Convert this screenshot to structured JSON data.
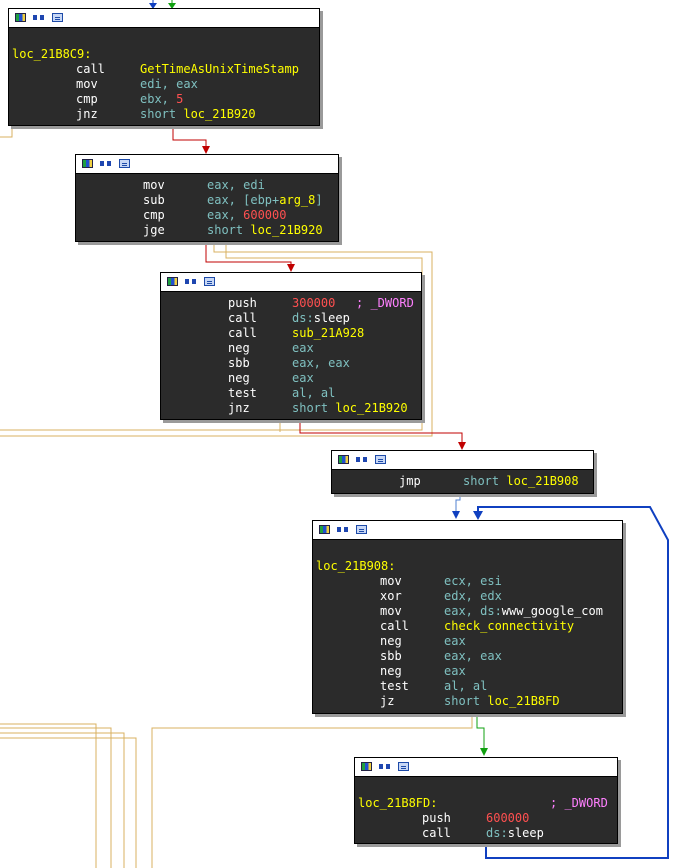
{
  "block1": {
    "label": "loc_21B8C9:",
    "rows": [
      {
        "mn": "call",
        "op": "GetTimeAsUnixTimeStamp"
      },
      {
        "mn": "mov",
        "op": "edi, eax"
      },
      {
        "mn": "cmp",
        "op": "ebx, 5"
      },
      {
        "mn": "jnz",
        "op": "short loc_21B920"
      }
    ]
  },
  "block2": {
    "rows": [
      {
        "mn": "mov",
        "op": "eax, edi"
      },
      {
        "mn": "sub",
        "op": "eax, [ebp+arg_8]"
      },
      {
        "mn": "cmp",
        "op": "eax, 600000"
      },
      {
        "mn": "jge",
        "op": "short loc_21B920"
      }
    ]
  },
  "block3": {
    "rows": [
      {
        "mn": "push",
        "op": "300000",
        "cm": "; _DWORD"
      },
      {
        "mn": "call",
        "op": "ds:sleep"
      },
      {
        "mn": "call",
        "op": "sub_21A928"
      },
      {
        "mn": "neg",
        "op": "eax"
      },
      {
        "mn": "sbb",
        "op": "eax, eax"
      },
      {
        "mn": "neg",
        "op": "eax"
      },
      {
        "mn": "test",
        "op": "al, al"
      },
      {
        "mn": "jnz",
        "op": "short loc_21B920"
      }
    ]
  },
  "block4": {
    "rows": [
      {
        "mn": "jmp",
        "op": "short loc_21B908"
      }
    ]
  },
  "block5": {
    "label": "loc_21B908:",
    "rows": [
      {
        "mn": "mov",
        "op": "ecx, esi"
      },
      {
        "mn": "xor",
        "op": "edx, edx"
      },
      {
        "mn": "mov",
        "op": "eax, ds:www_google_com"
      },
      {
        "mn": "call",
        "op": "check_connectivity"
      },
      {
        "mn": "neg",
        "op": "eax"
      },
      {
        "mn": "sbb",
        "op": "eax, eax"
      },
      {
        "mn": "neg",
        "op": "eax"
      },
      {
        "mn": "test",
        "op": "al, al"
      },
      {
        "mn": "jz",
        "op": "short loc_21B8FD"
      }
    ]
  },
  "block6": {
    "label": "loc_21B8FD:",
    "label_comment": "; _DWORD",
    "rows": [
      {
        "mn": "push",
        "op": "600000"
      },
      {
        "mn": "call",
        "op": "ds:sleep"
      }
    ]
  },
  "colors": {
    "block_bg": "#2b2b2b",
    "label": "#ffff00",
    "register": "#7fc0c0",
    "immediate": "#ff5050",
    "comment": "#ff80ff",
    "edge_true": "#10a010",
    "edge_false": "#c00000",
    "edge_unconditional": "#1040c0",
    "edge_passthrough": "#d8b060"
  }
}
